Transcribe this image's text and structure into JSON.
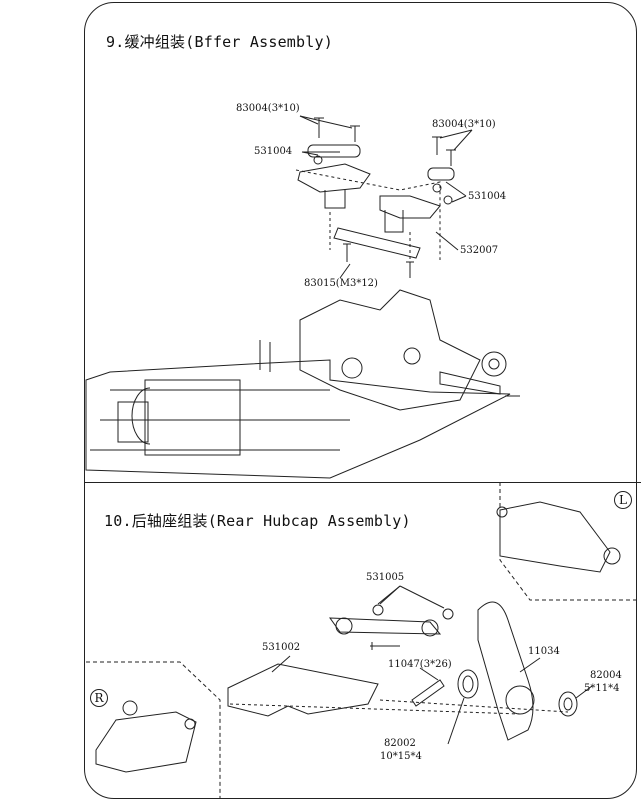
{
  "section9": {
    "title": "9.缓冲组装(Bffer Assembly)",
    "labels": {
      "screw_left": "83004(3*10)",
      "screw_right": "83004(3*10)",
      "mount_left": "531004",
      "mount_right": "531004",
      "brace": "532007",
      "screw_bottom": "83015(M3*12)"
    }
  },
  "section10": {
    "title": "10.后轴座组装(Rear Hubcap Assembly)",
    "labels": {
      "turnbuckle": "531005",
      "lower_arm": "531002",
      "pin": "11047(3*26)",
      "hubcap": "11034",
      "bearing_right_code": "82004",
      "bearing_right_size": "5*11*4",
      "bearing_left_code": "82002",
      "bearing_left_size": "10*15*4"
    },
    "inset_left_badge": "L",
    "inset_right_badge": "R"
  }
}
